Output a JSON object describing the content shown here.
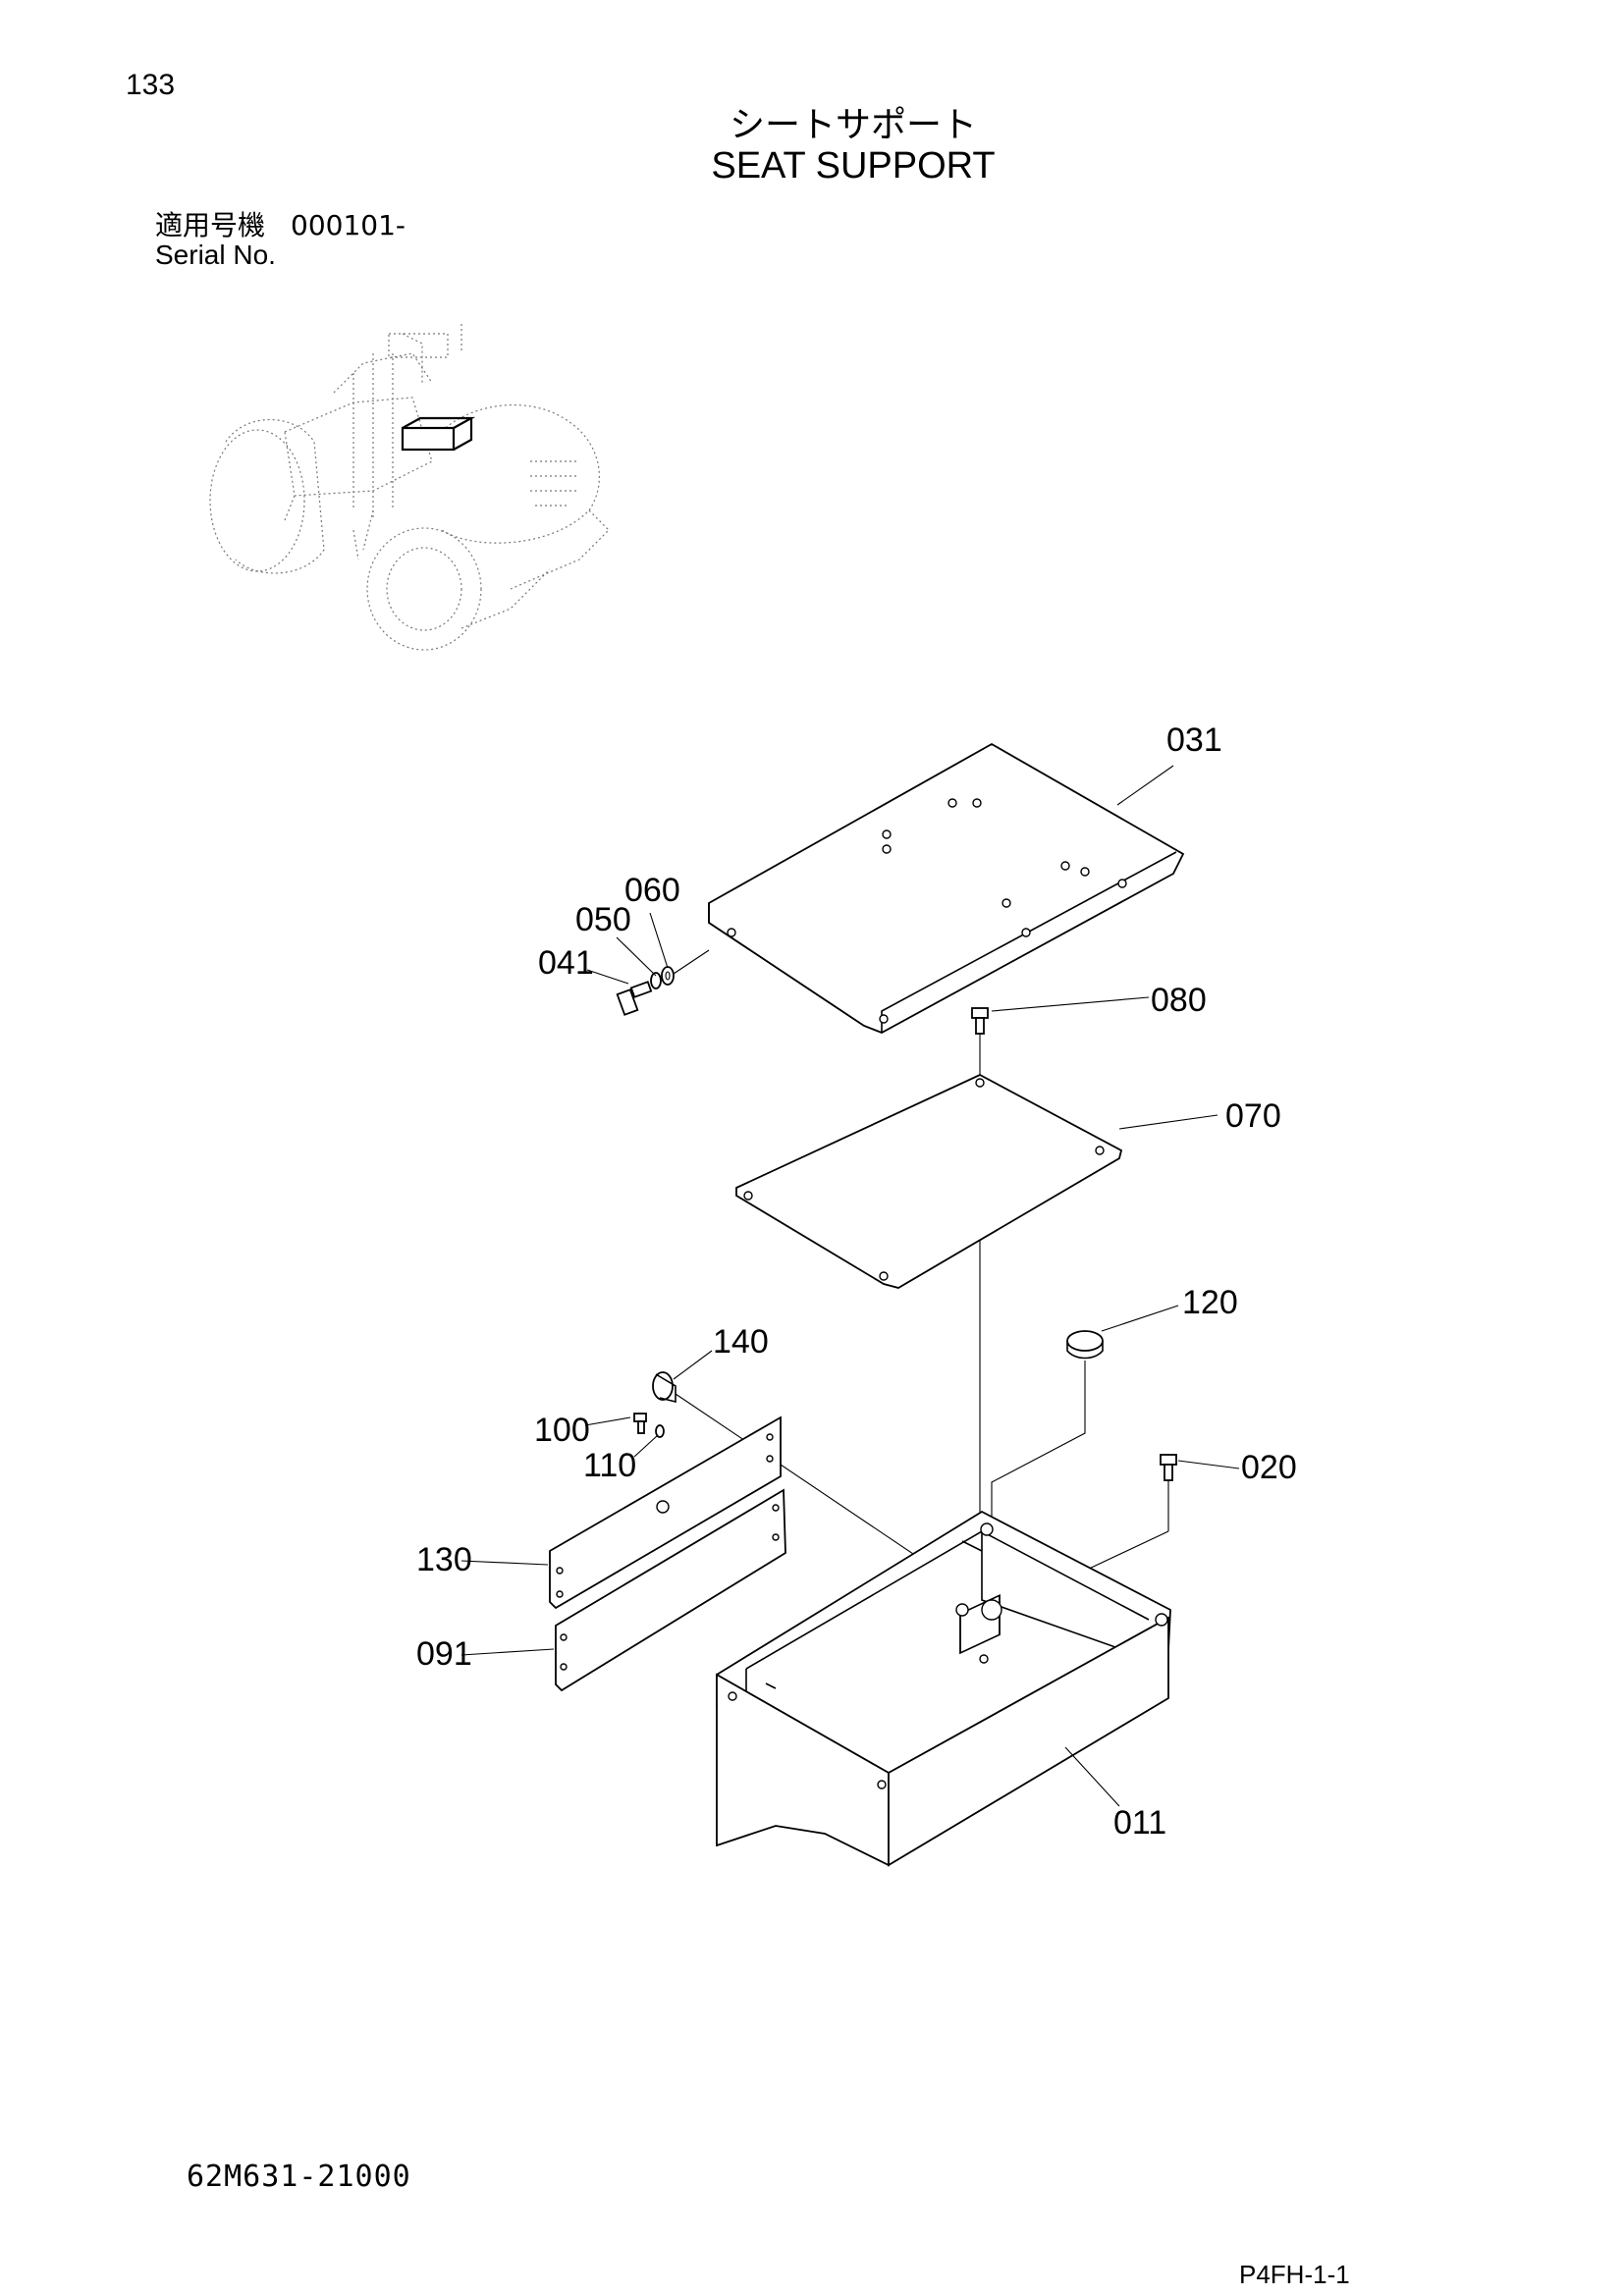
{
  "header": {
    "page_number": "133",
    "title_jp": "シートサポート",
    "title_en": "SEAT SUPPORT",
    "serial_label_jp": "適用号機",
    "serial_value": "000101-",
    "serial_label_en": "Serial No."
  },
  "diagram": {
    "callouts": {
      "p031": "031",
      "p060": "060",
      "p050": "050",
      "p041": "041",
      "p080": "080",
      "p070": "070",
      "p120": "120",
      "p140": "140",
      "p100": "100",
      "p110": "110",
      "p020": "020",
      "p130": "130",
      "p091": "091",
      "p011": "011"
    }
  },
  "footer": {
    "doc_code": "62M631-21000",
    "page_code": "P4FH-1-1"
  }
}
